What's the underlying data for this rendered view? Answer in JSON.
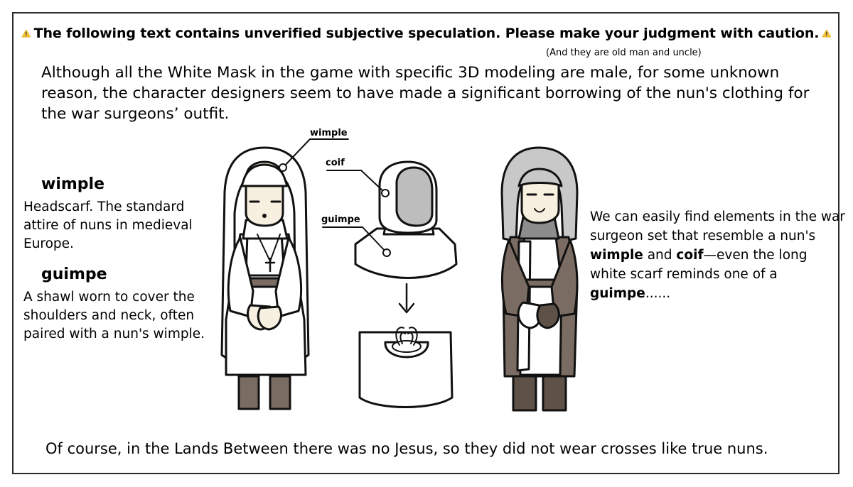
{
  "warning": {
    "text": "The following text contains unverified subjective speculation. Please make your judgment with caution.",
    "icon": "warning-icon",
    "icon_color": "#f7c62f"
  },
  "note": "(And they are old man and uncle)",
  "intro": "Although all the White Mask in the game with specific 3D modeling are male, for some unknown reason, the character designers seem to have made a significant borrowing of the nun's clothing for the war surgeons’ outfit.",
  "left": {
    "wimple_term": "wimple",
    "wimple_desc": "Headscarf. The standard attire of nuns in medieval Europe.",
    "guimpe_term": "guimpe",
    "guimpe_desc": "A shawl worn to cover the shoulders and neck, often paired with a nun's wimple."
  },
  "labels": {
    "wimple": "wimple",
    "coif": "coif",
    "guimpe": "guimpe"
  },
  "right": {
    "part1": "We can easily find elements in the war surgeon set that resemble a nun's ",
    "wimple": "wimple",
    "and": " and ",
    "coif": "coif",
    "part2": "—even the long white scarf reminds one of a ",
    "guimpe": "guimpe",
    "end": "......"
  },
  "footer": "Of course, in the Lands Between there was no Jesus, so they did not wear crosses like true nuns.",
  "colors": {
    "brown": "#7a6c62",
    "dark_brown": "#5e5248",
    "gray": "#c8c8c8",
    "light_gray": "#b9b9b9",
    "skin": "#f7efe0"
  }
}
